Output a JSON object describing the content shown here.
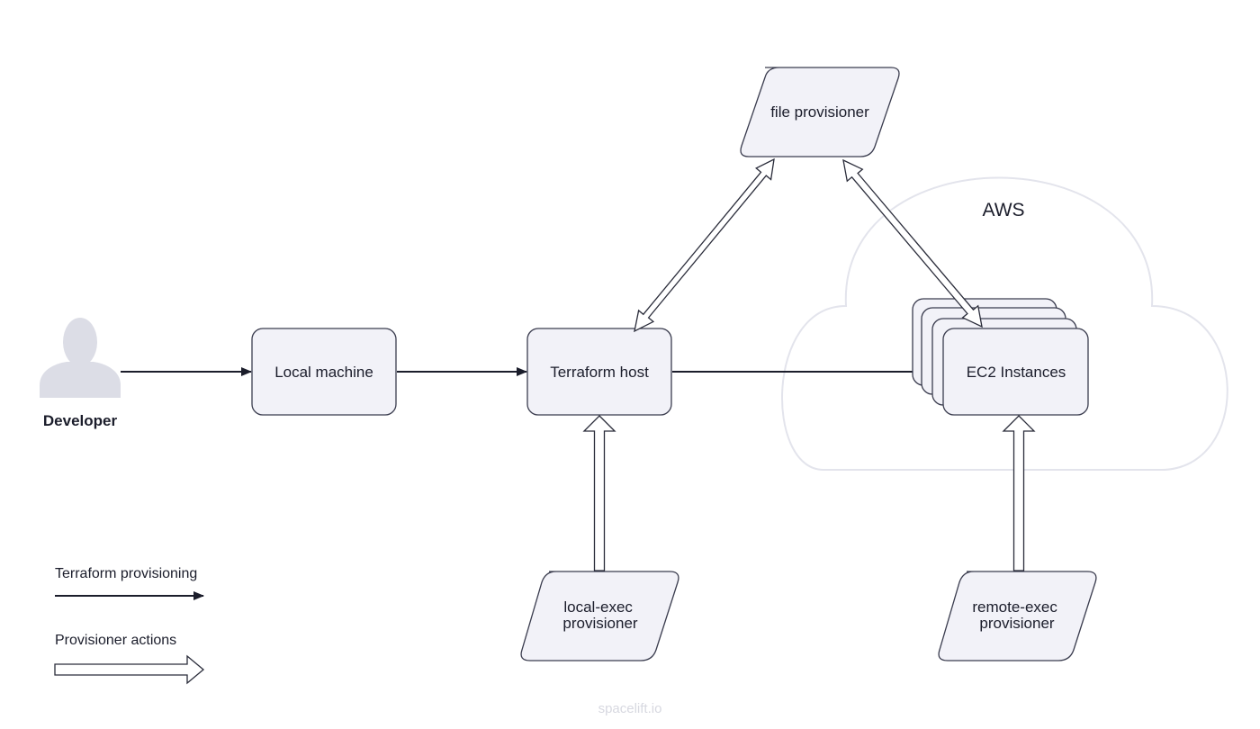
{
  "nodes": {
    "developer": "Developer",
    "local_machine": "Local machine",
    "terraform_host": "Terraform host",
    "file_provisioner": "file provisioner",
    "ec2_instances": "EC2 Instances",
    "local_exec": [
      "local-exec",
      "provisioner"
    ],
    "remote_exec": [
      "remote-exec",
      "provisioner"
    ]
  },
  "cloud": {
    "label": "AWS"
  },
  "legend": {
    "terraform_provisioning": "Terraform provisioning",
    "provisioner_actions": "Provisioner actions"
  },
  "watermark": "spacelift.io",
  "colors": {
    "node_fill": "#f2f2f8",
    "node_stroke": "#3a3c4e",
    "arrow": "#1b1d2b",
    "cloud_stroke": "#e3e4ec",
    "person_icon": "#dcdde6",
    "watermark": "#d7d8e0"
  }
}
